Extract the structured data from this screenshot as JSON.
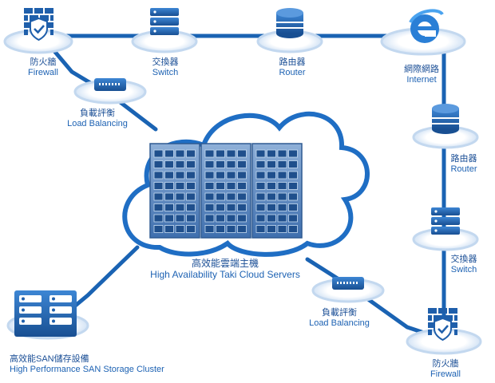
{
  "labels": {
    "firewall_top": {
      "zh": "防火牆",
      "en": "Firewall"
    },
    "switch_top": {
      "zh": "交換器",
      "en": "Switch"
    },
    "router_top": {
      "zh": "路由器",
      "en": "Router"
    },
    "internet": {
      "zh": "網際網路",
      "en": "Internet"
    },
    "router_right": {
      "zh": "路由器",
      "en": "Router"
    },
    "switch_right": {
      "zh": "交換器",
      "en": "Switch"
    },
    "firewall_bottom": {
      "zh": "防火牆",
      "en": "Firewall"
    },
    "lb_top": {
      "zh": "負載評衡",
      "en": "Load Balancing"
    },
    "lb_bottom": {
      "zh": "負載評衡",
      "en": "Load Balancing"
    },
    "cloud_servers": {
      "zh": "高效能雲端主機",
      "en": "High Availability Taki Cloud Servers"
    },
    "san": {
      "zh": "高效能SAN儲存設備",
      "en": "High Performance SAN Storage Cluster"
    }
  },
  "colors": {
    "link": "#1a63b3",
    "ring": "#cfe0f4",
    "icon": "#1f5fab",
    "cloud": "#ffffff",
    "cloud_outline": "#1f6ec4",
    "label": "#1b5aa6"
  },
  "icons": {
    "firewall": "shield-wall-icon",
    "switch": "stacked-server-icon",
    "router": "cylinder-router-icon",
    "internet": "internet-explorer-icon",
    "load_balancer": "switch-box-icon",
    "servers": "rack-server-icon",
    "san": "storage-array-icon"
  }
}
